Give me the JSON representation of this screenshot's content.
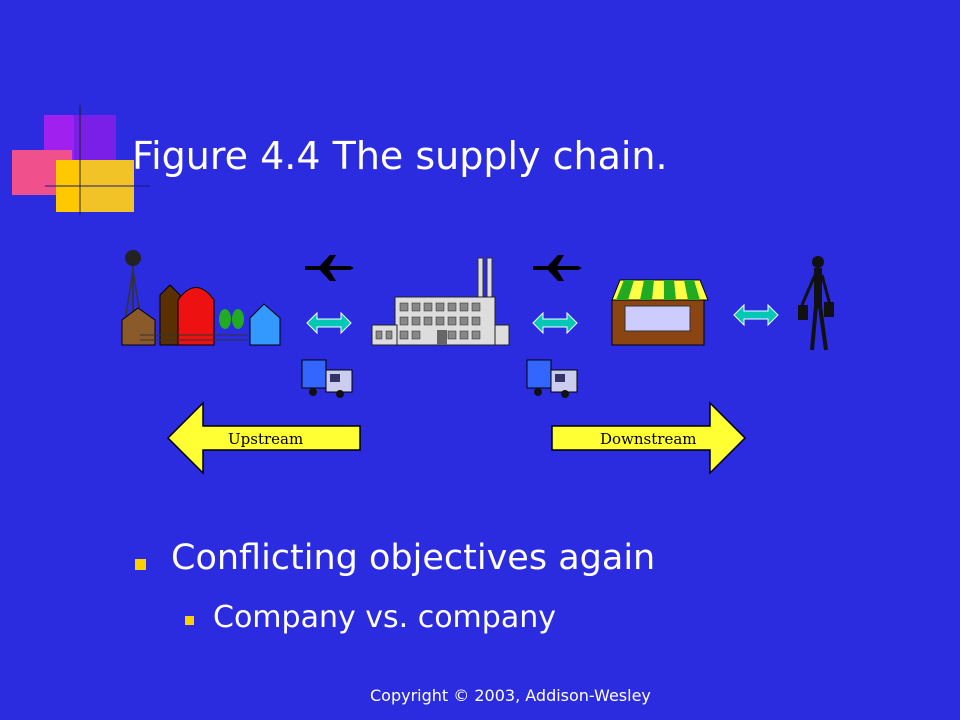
{
  "slide": {
    "title": "Figure 4.4 The supply chain.",
    "bullets": [
      {
        "text": "Conflicting objectives again",
        "level": 1
      },
      {
        "text": "Company vs. company",
        "level": 2
      }
    ],
    "footer": "Copyright © 2003, Addison-Wesley"
  },
  "diagram": {
    "upstream_label": "Upstream",
    "downstream_label": "Downstream",
    "nodes": [
      "farm-icon",
      "factory-icon",
      "store-icon",
      "shopper-icon"
    ]
  },
  "colors": {
    "background": "#2B2BE0",
    "bullet": "#FFD000",
    "flow_arrow": "#FFFF33",
    "exchange_arrow": "#00C8B4"
  }
}
